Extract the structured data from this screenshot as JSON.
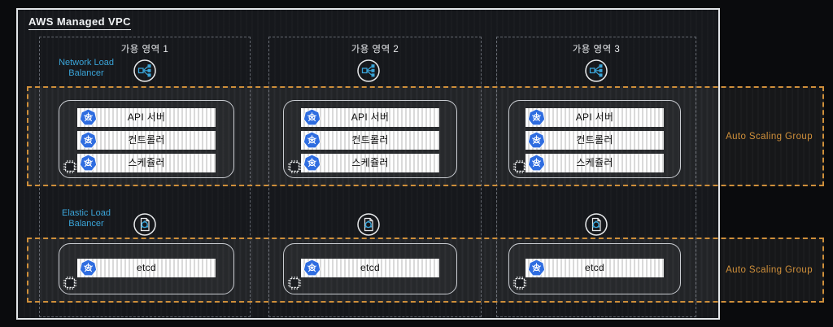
{
  "title": "AWS Managed VPC",
  "zones": [
    {
      "label": "가용 영역 1"
    },
    {
      "label": "가용 영역 2"
    },
    {
      "label": "가용 영역 3"
    }
  ],
  "network_load_balancer": {
    "label": "Network Load\nBalancer"
  },
  "elastic_load_balancer": {
    "label": "Elastic Load\nBalancer"
  },
  "auto_scaling_group_top": {
    "label": "Auto Scaling Group"
  },
  "auto_scaling_group_bottom": {
    "label": "Auto Scaling Group"
  },
  "control_plane_bars": [
    "API 서버",
    "컨트롤러",
    "스케쥴러"
  ],
  "etcd_bar": "etcd",
  "icons": {
    "network_load_balancer": "network-load-balancer-icon",
    "elastic_load_balancer": "elastic-load-balancer-icon",
    "kubernetes": "kubernetes-icon",
    "ec2_instance": "ec2-instance-chip-icon"
  },
  "colors": {
    "accent_orange": "#cf8f3a",
    "accent_blue": "#3aa4d8",
    "kubernetes_blue": "#2f6de0",
    "vpc_border": "#e3e6e9"
  }
}
